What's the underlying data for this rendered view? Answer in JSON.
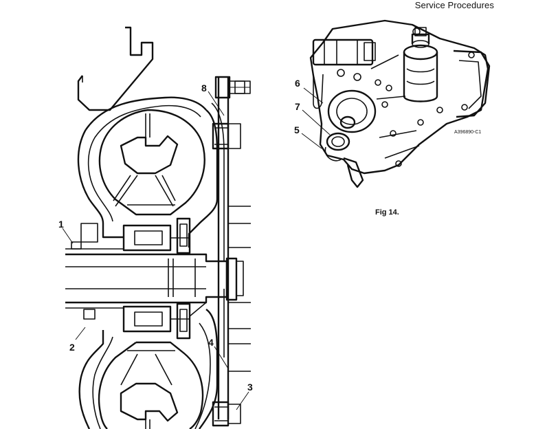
{
  "header": {
    "section_title": "Service Procedures"
  },
  "figure": {
    "caption": "Fig 14.",
    "part_code": "A396890-C1",
    "transmission_callouts": [
      "6",
      "7",
      "5"
    ]
  },
  "cross_section": {
    "callouts": [
      "8",
      "1",
      "2",
      "4",
      "3"
    ]
  }
}
